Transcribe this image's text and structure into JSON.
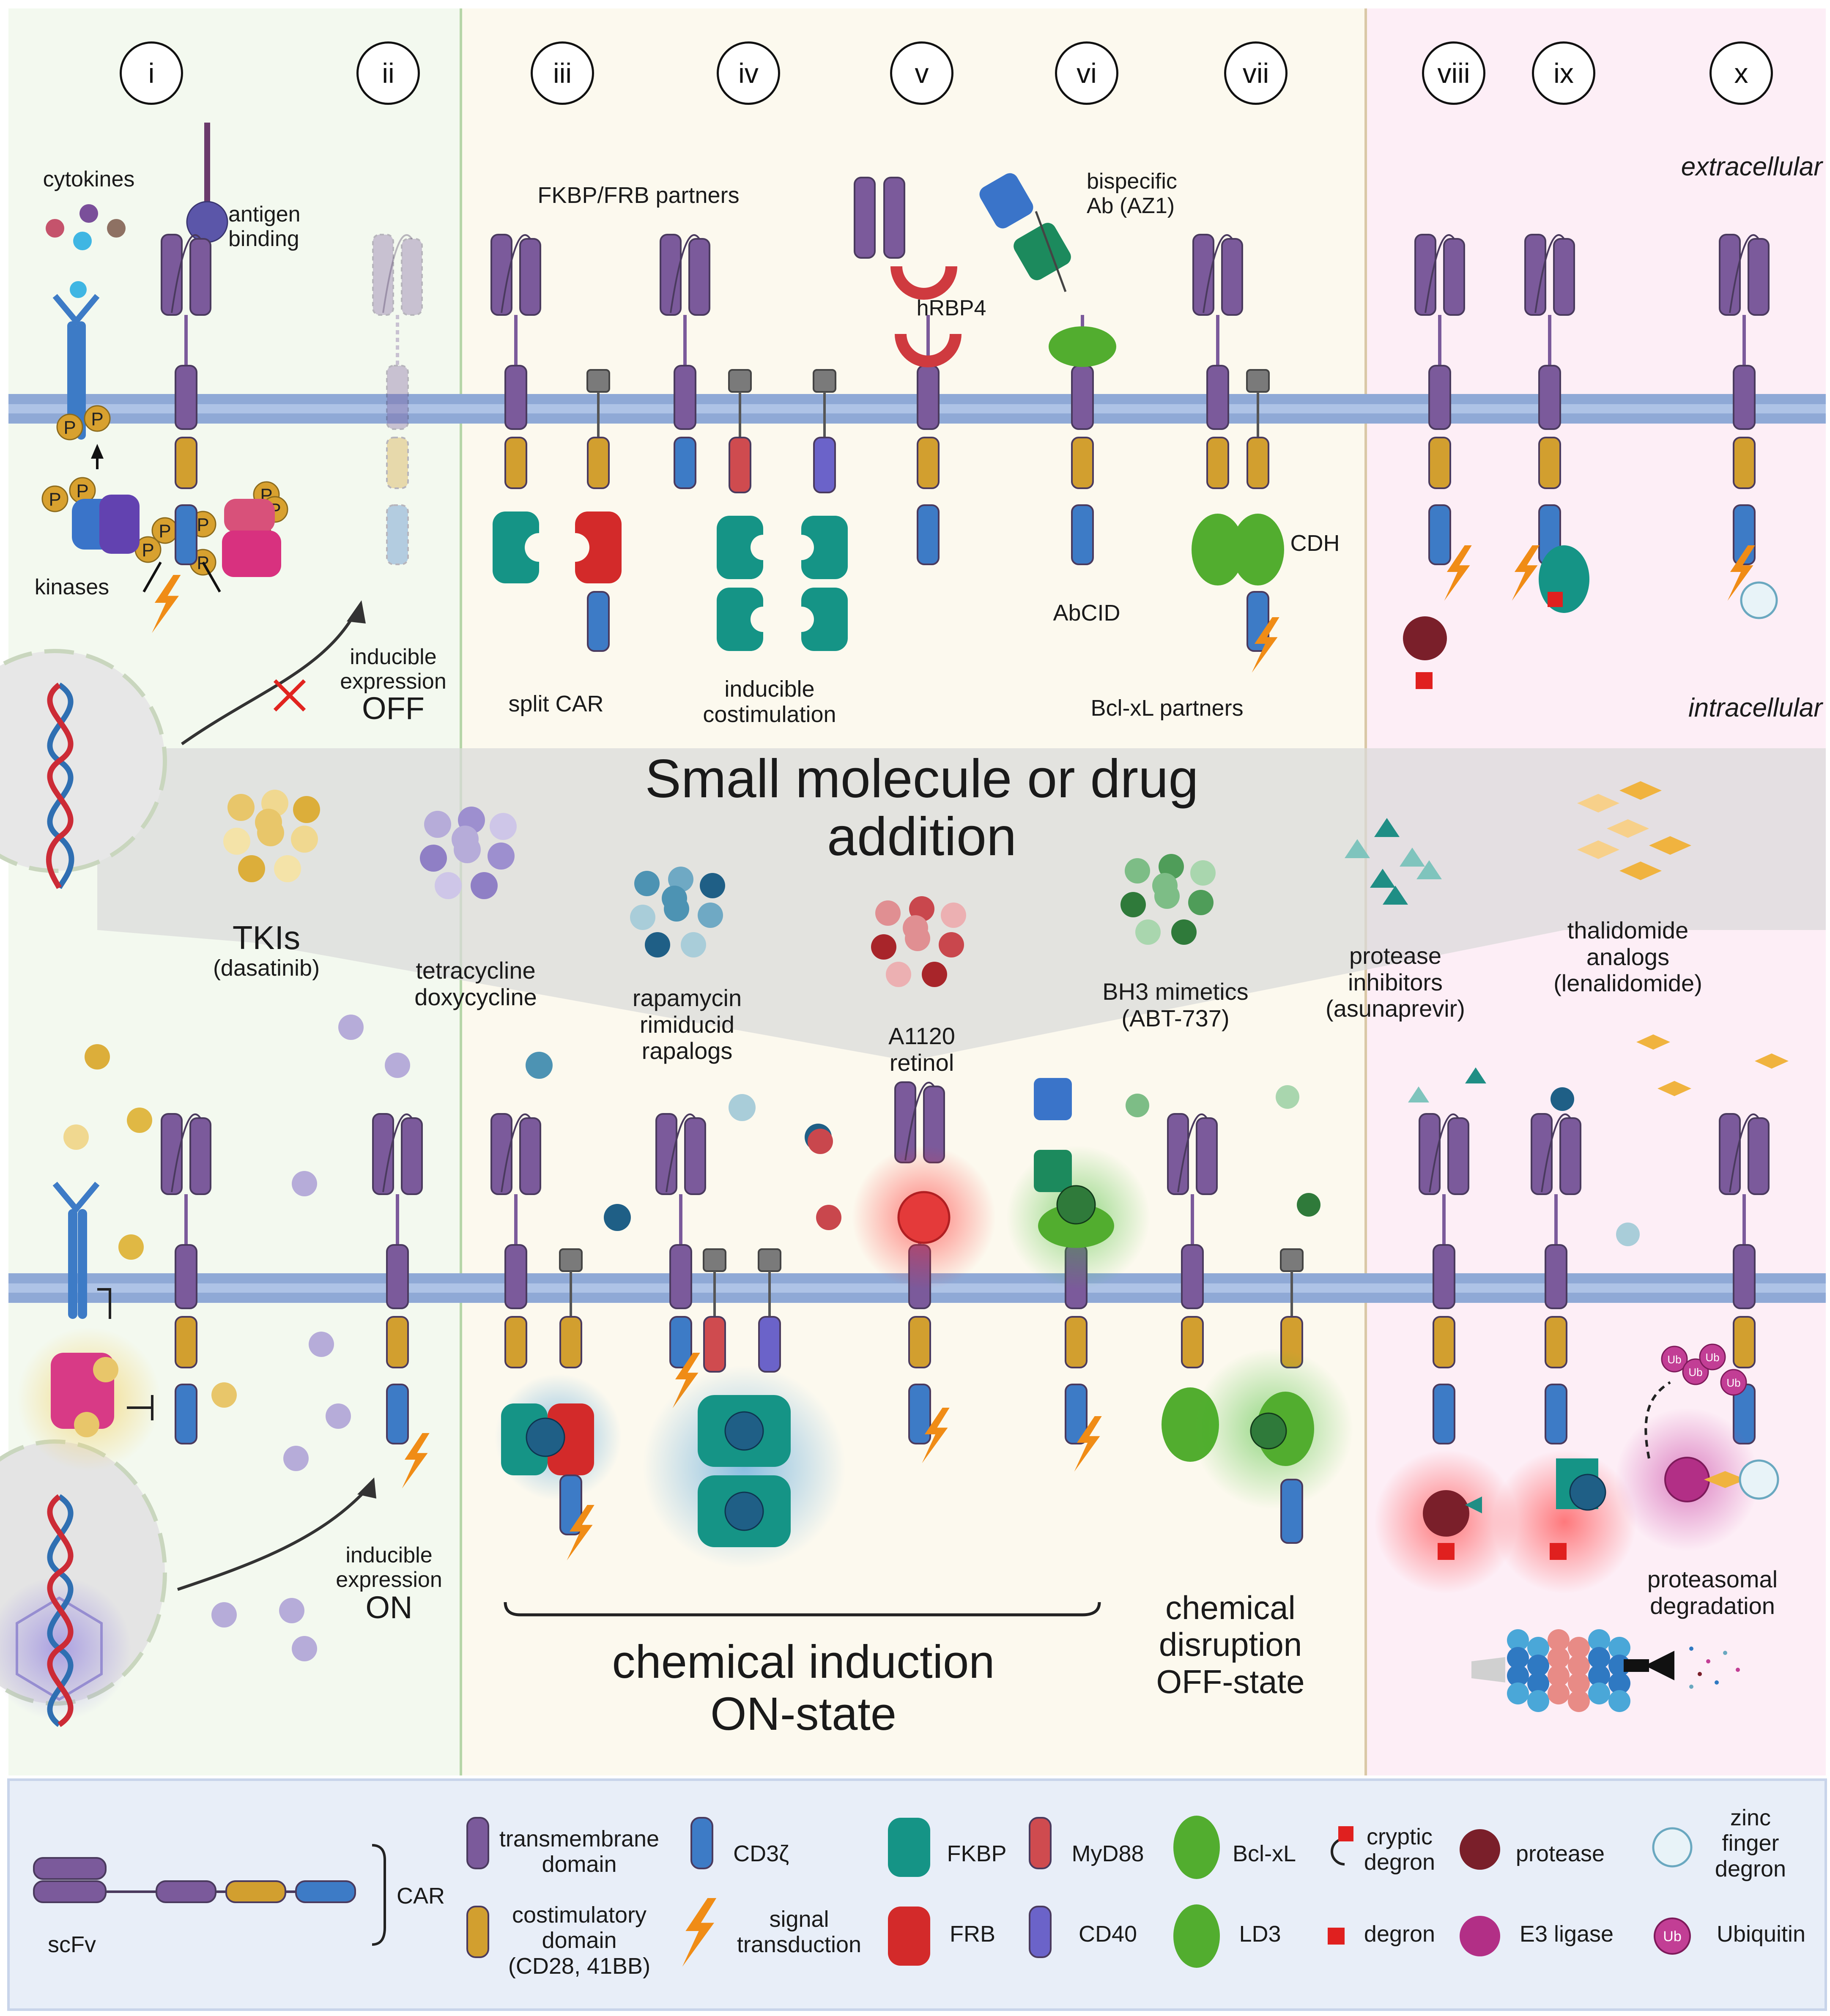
{
  "panels": [
    "i",
    "ii",
    "iii",
    "iv",
    "v",
    "vi",
    "vii",
    "viii",
    "ix",
    "x"
  ],
  "colors": {
    "left_bg": "#f3f9ef",
    "mid_bg": "#fcf9ee",
    "right_bg": "#fdeef6",
    "legend_bg": "#e8eef8",
    "membrane": "#8fa9d6",
    "transmembrane": "#7b5a9b",
    "costim": "#d29f2f",
    "cd3z": "#3d7bc6",
    "fkbp": "#159486",
    "frb": "#d32a2a",
    "myd88": "#cf4b4f",
    "cd40": "#6b63c9",
    "bclxl": "#52ad2f",
    "signal": "#f08c16",
    "protease": "#7a1f2a",
    "e3": "#b22f86",
    "ubiquitin": "#c23e95",
    "degron": "#e0201f"
  },
  "top": {
    "cytokines": "cytokines",
    "antigen": "antigen\nbinding",
    "kinases": "kinases",
    "kinase_p": "P",
    "inducible_off": "inducible\nexpression",
    "off": "OFF",
    "fkbp_partners": "FKBP/FRB partners",
    "hrbp4": "hRBP4",
    "bispecific": "bispecific\nAb (AZ1)",
    "abcid": "AbCID",
    "cdh": "CDH",
    "split_car": "split CAR",
    "inducible_costim": "inducible\ncostimulation",
    "bclxl_partners": "Bcl-xL partners",
    "extracellular": "extracellular",
    "intracellular": "intracellular"
  },
  "drug": {
    "banner": "Small molecule or drug\naddition",
    "tki": "TKIs",
    "tki_sub": "(dasatinib)",
    "tet": "tetracycline\ndoxycycline",
    "rapa": "rapamycin\nrimiducid\nrapalogs",
    "a1120": "A1120\nretinol",
    "bh3": "BH3 mimetics\n(ABT-737)",
    "protease_inh": "protease\ninhibitors\n(asunaprevir)",
    "thalidomide": "thalidomide\nanalogs\n(lenalidomide)"
  },
  "bottom": {
    "inducible_on": "inducible\nexpression",
    "on": "ON",
    "chem_induction": "chemical induction\nON-state",
    "chem_disruption": "chemical\ndisruption\nOFF-state",
    "proteasomal": "proteasomal\ndegradation",
    "ub": "Ub"
  },
  "legend": {
    "scfv": "scFv",
    "car": "CAR",
    "transmembrane": "transmembrane\ndomain",
    "costim": "costimulatory\ndomain\n(CD28, 41BB)",
    "cd3z": "CD3ζ",
    "signal": "signal\ntransduction",
    "fkbp": "FKBP",
    "frb": "FRB",
    "myd88": "MyD88",
    "cd40": "CD40",
    "bclxl": "Bcl-xL",
    "ld3": "LD3",
    "cryptic_degron": "cryptic\ndegron",
    "degron": "degron",
    "protease": "protease",
    "e3": "E3 ligase",
    "zinc": "zinc\nfinger\ndegron",
    "ubiquitin": "Ubiquitin",
    "ub": "Ub"
  }
}
